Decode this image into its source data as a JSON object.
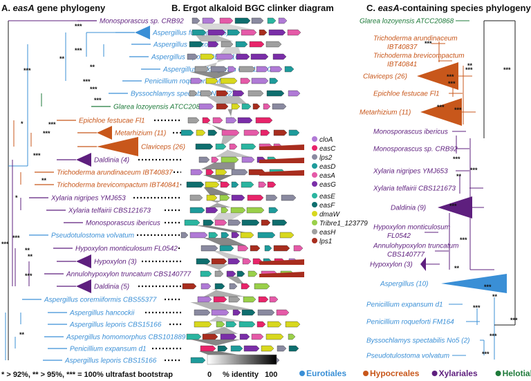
{
  "titles": {
    "a_letter": "A.",
    "a_gene": "easA",
    "a_rest": " gene phylogeny",
    "b": "B. Ergot alkaloid BGC clinker diagram",
    "c_pre": "C. ",
    "c_gene": "easA",
    "c_rest": "-containing species phylogeny"
  },
  "colors": {
    "Eurotiales": "#3a8fd6",
    "Hypocreales": "#c8571b",
    "Xylariales": "#5e1f7e",
    "Helotiales": "#1e7a3a",
    "black": "#1a1a1a"
  },
  "treeA": {
    "leaves": [
      {
        "t": "Monosporascus sp. CRB92",
        "c": "Xylariales"
      },
      {
        "t": "Aspergillus fumigatus (5)",
        "c": "Eurotiales"
      },
      {
        "t": "Aspergillus hancockii",
        "c": "Eurotiales"
      },
      {
        "t": "Aspergillus leporis CBS15166",
        "c": "Eurotiales"
      },
      {
        "t": "Aspergillus indologenus CBS11480",
        "c": "Eurotiales"
      },
      {
        "t": "Penicillium roqueforti FM164",
        "c": "Eurotiales"
      },
      {
        "t": "Byssochlamys spectabilis No5 (2)",
        "c": "Eurotiales"
      },
      {
        "t": "Glarea lozoyensis ATCC20868",
        "c": "Helotiales"
      },
      {
        "t": "Epichloe festucae Fl1",
        "c": "Hypocreales"
      },
      {
        "t": "Metarhizium (11)",
        "c": "Hypocreales"
      },
      {
        "t": "Claviceps (26)",
        "c": "Hypocreales"
      },
      {
        "t": "Daldinia (4)",
        "c": "Xylariales"
      },
      {
        "t": "Trichoderma arundinaceum IBT40837",
        "c": "Hypocreales"
      },
      {
        "t": "Trichoderma brevicompactum IBT40841",
        "c": "Hypocreales"
      },
      {
        "t": "Xylaria nigripes YMJ653",
        "c": "Xylariales"
      },
      {
        "t": "Xylaria telfairii CBS121673",
        "c": "Xylariales"
      },
      {
        "t": "Monosporascus ibericus",
        "c": "Xylariales"
      },
      {
        "t": "Pseudotulostoma volvatum",
        "c": "Eurotiales"
      },
      {
        "t": "Hypoxylon monticulosum FL0542",
        "c": "Xylariales"
      },
      {
        "t": "Hypoxylon (3)",
        "c": "Xylariales"
      },
      {
        "t": "Annulohypoxylon truncatum CBS140777",
        "c": "Xylariales"
      },
      {
        "t": "Daldinia (5)",
        "c": "Xylariales"
      },
      {
        "t": "Aspergillus coremiiformis CBS55377",
        "c": "Eurotiales"
      },
      {
        "t": "Aspergillus hancockii",
        "c": "Eurotiales"
      },
      {
        "t": "Aspergillus leporis CBS15166",
        "c": "Eurotiales"
      },
      {
        "t": "Aspergillus homomorphus CBS101889",
        "c": "Eurotiales"
      },
      {
        "t": "Penicillium expansum d1",
        "c": "Eurotiales"
      },
      {
        "t": "Aspergillus leporis CBS15166",
        "c": "Eurotiales"
      }
    ],
    "support": [
      "***",
      "***",
      "**",
      "**",
      "***",
      "***",
      "***",
      "***",
      "*",
      "***",
      "***",
      "***",
      "**",
      "*",
      "***",
      "**",
      "***",
      "**",
      "***",
      "**"
    ]
  },
  "treeC": {
    "leaves": [
      {
        "t": "Glarea lozoyensis ATCC20868",
        "c": "Helotiales"
      },
      {
        "t": "Trichoderma arundinaceum",
        "t2": "IBT40837",
        "c": "Hypocreales"
      },
      {
        "t": "Trichoderma brevicompactum",
        "t2": "IBT40841",
        "c": "Hypocreales"
      },
      {
        "t": "Claviceps (26)",
        "c": "Hypocreales"
      },
      {
        "t": "Epichloe festucae Fl1",
        "c": "Hypocreales"
      },
      {
        "t": "Metarhizium (11)",
        "c": "Hypocreales"
      },
      {
        "t": "Monosporascus ibericus",
        "c": "Xylariales"
      },
      {
        "t": "Monosporascus sp. CRB92",
        "c": "Xylariales"
      },
      {
        "t": "Xylaria nigripes YMJ653",
        "c": "Xylariales"
      },
      {
        "t": "Xylaria telfairii CBS121673",
        "c": "Xylariales"
      },
      {
        "t": "Daldinia (9)",
        "c": "Xylariales"
      },
      {
        "t": "Hypoxylon monticulosum",
        "t2": "FL0542",
        "c": "Xylariales"
      },
      {
        "t": "Annulohypoxylon truncatum",
        "t2": "CBS140777",
        "c": "Xylariales"
      },
      {
        "t": "Hypoxylon (3)",
        "c": "Xylariales"
      },
      {
        "t": "Aspergillus (10)",
        "c": "Eurotiales"
      },
      {
        "t": "Penicillium expansum d1",
        "c": "Eurotiales"
      },
      {
        "t": "Penicillium roqueforti FM164",
        "c": "Eurotiales"
      },
      {
        "t": "Byssochlamys spectabilis No5 (2)",
        "c": "Eurotiales"
      },
      {
        "t": "Pseudotulostoma volvatum",
        "c": "Eurotiales"
      }
    ],
    "support": [
      "***",
      "***",
      "**",
      "***",
      "***",
      "***",
      "***",
      "***",
      "***",
      "***",
      "**",
      "***",
      "***",
      "**",
      "***",
      "***",
      "***",
      "***",
      "***",
      "**"
    ]
  },
  "gene_legend": [
    {
      "name": "cloA",
      "color": "#b07ad6"
    },
    {
      "name": "easC",
      "color": "#e8246a"
    },
    {
      "name": "lps2",
      "color": "#8a8aa0"
    },
    {
      "name": "easD",
      "color": "#1e9b9b"
    },
    {
      "name": "easA",
      "color": "#e55aa8"
    },
    {
      "name": "easG",
      "color": "#7a2ea8"
    },
    {
      "name": "easE",
      "color": "#2ab5a0"
    },
    {
      "name": "easF",
      "color": "#0e6e6e"
    },
    {
      "name": "dmaW",
      "color": "#d8d81e"
    },
    {
      "name": "Tribre1_123779",
      "color": "#9ad04a"
    },
    {
      "name": "easH",
      "color": "#a0a0a0"
    },
    {
      "name": "lps1",
      "color": "#a82d1e"
    }
  ],
  "identity_scale": {
    "label": "% identity",
    "min": "0",
    "max": "100"
  },
  "footnote": "* > 92%, ** > 95%, *** = 100% ultrafast bootstrap",
  "orders_legend": [
    "Eurotiales",
    "Hypocreales",
    "Xylariales",
    "Helotiales"
  ]
}
